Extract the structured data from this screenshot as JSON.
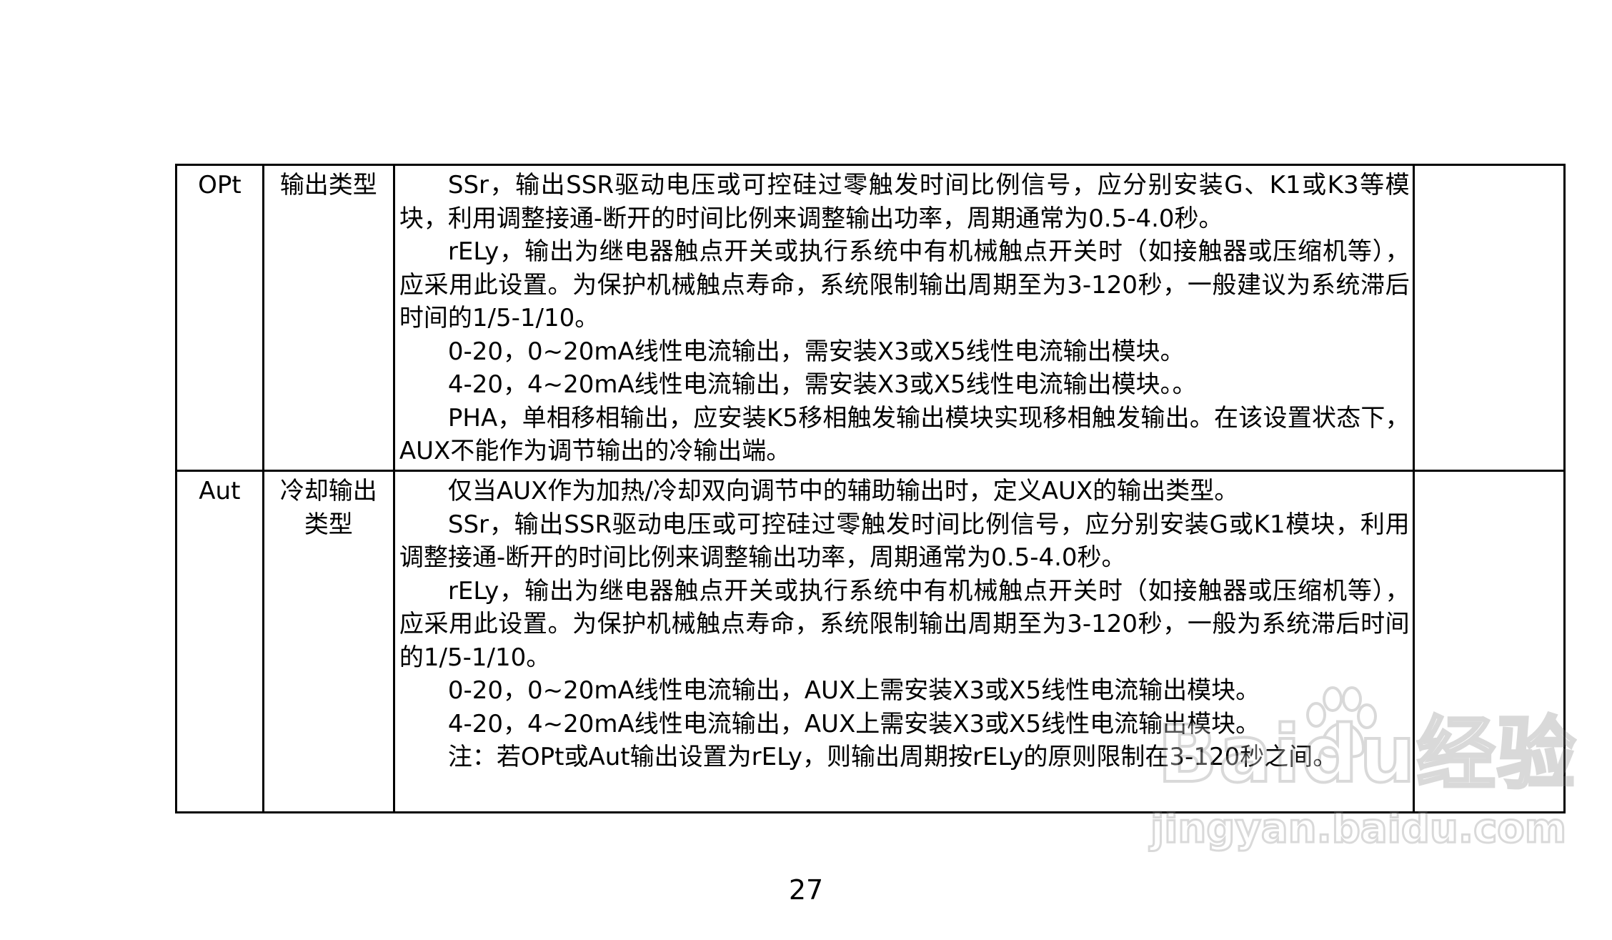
{
  "table": {
    "rows": [
      {
        "code": "OPt",
        "name_lines": [
          "输出类型"
        ],
        "paragraphs": [
          "SSr，输出SSR驱动电压或可控硅过零触发时间比例信号，应分别安装G、K1或K3等模块，利用调整接通-断开的时间比例来调整输出功率，周期通常为0.5-4.0秒。",
          "rELy，输出为继电器触点开关或执行系统中有机械触点开关时（如接触器或压缩机等），应采用此设置。为保护机械触点寿命，系统限制输出周期至为3-120秒，一般建议为系统滞后时间的1/5-1/10。",
          "0-20，0~20mA线性电流输出，需安装X3或X5线性电流输出模块。",
          "4-20，4~20mA线性电流输出，需安装X3或X5线性电流输出模块。。",
          "PHA，单相移相输出，应安装K5移相触发输出模块实现移相触发输出。在该设置状态下，AUX不能作为调节输出的冷输出端。"
        ],
        "note": ""
      },
      {
        "code": "Aut",
        "name_lines": [
          "冷却输出",
          "类型"
        ],
        "paragraphs": [
          "仅当AUX作为加热/冷却双向调节中的辅助输出时，定义AUX的输出类型。",
          "SSr，输出SSR驱动电压或可控硅过零触发时间比例信号，应分别安装G或K1模块，利用调整接通-断开的时间比例来调整输出功率，周期通常为0.5-4.0秒。",
          "rELy，输出为继电器触点开关或执行系统中有机械触点开关时（如接触器或压缩机等），应采用此设置。为保护机械触点寿命，系统限制输出周期至为3-120秒，一般为系统滞后时间的1/5-1/10。",
          "0-20，0~20mA线性电流输出，AUX上需安装X3或X5线性电流输出模块。",
          "4-20，4~20mA线性电流输出，AUX上需安装X3或X5线性电流输出模块。",
          "注：若OPt或Aut输出设置为rELy，则输出周期按rELy的原则限制在3-120秒之间。"
        ],
        "note": ""
      }
    ]
  },
  "page_number": "27",
  "watermark": {
    "main": "Baidu经验",
    "url": "jingyan.baidu.com"
  }
}
